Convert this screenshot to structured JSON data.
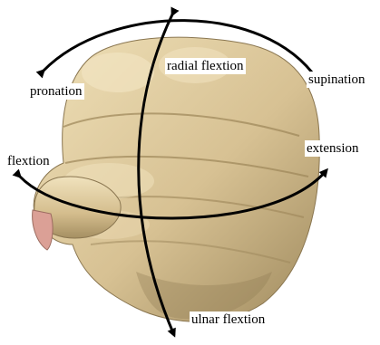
{
  "labels": {
    "radial_flextion": "radial flextion",
    "pronation": "pronation",
    "supination": "supination",
    "flextion": "flextion",
    "extension": "extension",
    "ulnar_flextion": "ulnar flextion"
  },
  "colors": {
    "skin_light": "#e3d2a6",
    "skin_mid": "#cbb381",
    "skin_dark": "#8f7a52",
    "nail": "#d99a8c",
    "arrow": "#000000"
  }
}
